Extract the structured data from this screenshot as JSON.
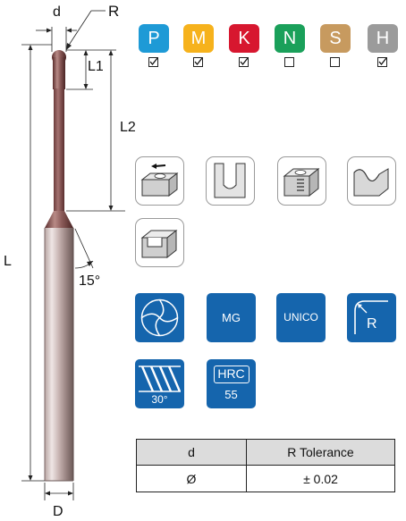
{
  "dimensions": {
    "d": "d",
    "R": "R",
    "L1": "L1",
    "L2": "L2",
    "L": "L",
    "D": "D",
    "angle": "15°"
  },
  "materials": [
    {
      "letter": "P",
      "color": "#1e9ad6",
      "checked": true
    },
    {
      "letter": "M",
      "color": "#f6b21c",
      "checked": true
    },
    {
      "letter": "K",
      "color": "#d7172f",
      "checked": true
    },
    {
      "letter": "N",
      "color": "#1aa05a",
      "checked": false
    },
    {
      "letter": "S",
      "color": "#c79a5f",
      "checked": false
    },
    {
      "letter": "H",
      "color": "#9b9b9b",
      "checked": true
    }
  ],
  "check_glyph": "☑",
  "operations": [
    "side-milling-icon",
    "slotting-icon",
    "drilling-icon",
    "profiling-icon",
    "pocketing-icon"
  ],
  "features": {
    "mg_label": "MG",
    "unico_label": "UNICO",
    "radius_label": "R",
    "helix_angle": "30°",
    "hrc_label": "HRC",
    "hrc_value": "55",
    "accent": "#1565ad"
  },
  "table": {
    "headers": [
      "d",
      "R Tolerance"
    ],
    "row": [
      "Ø",
      "± 0.02"
    ]
  }
}
